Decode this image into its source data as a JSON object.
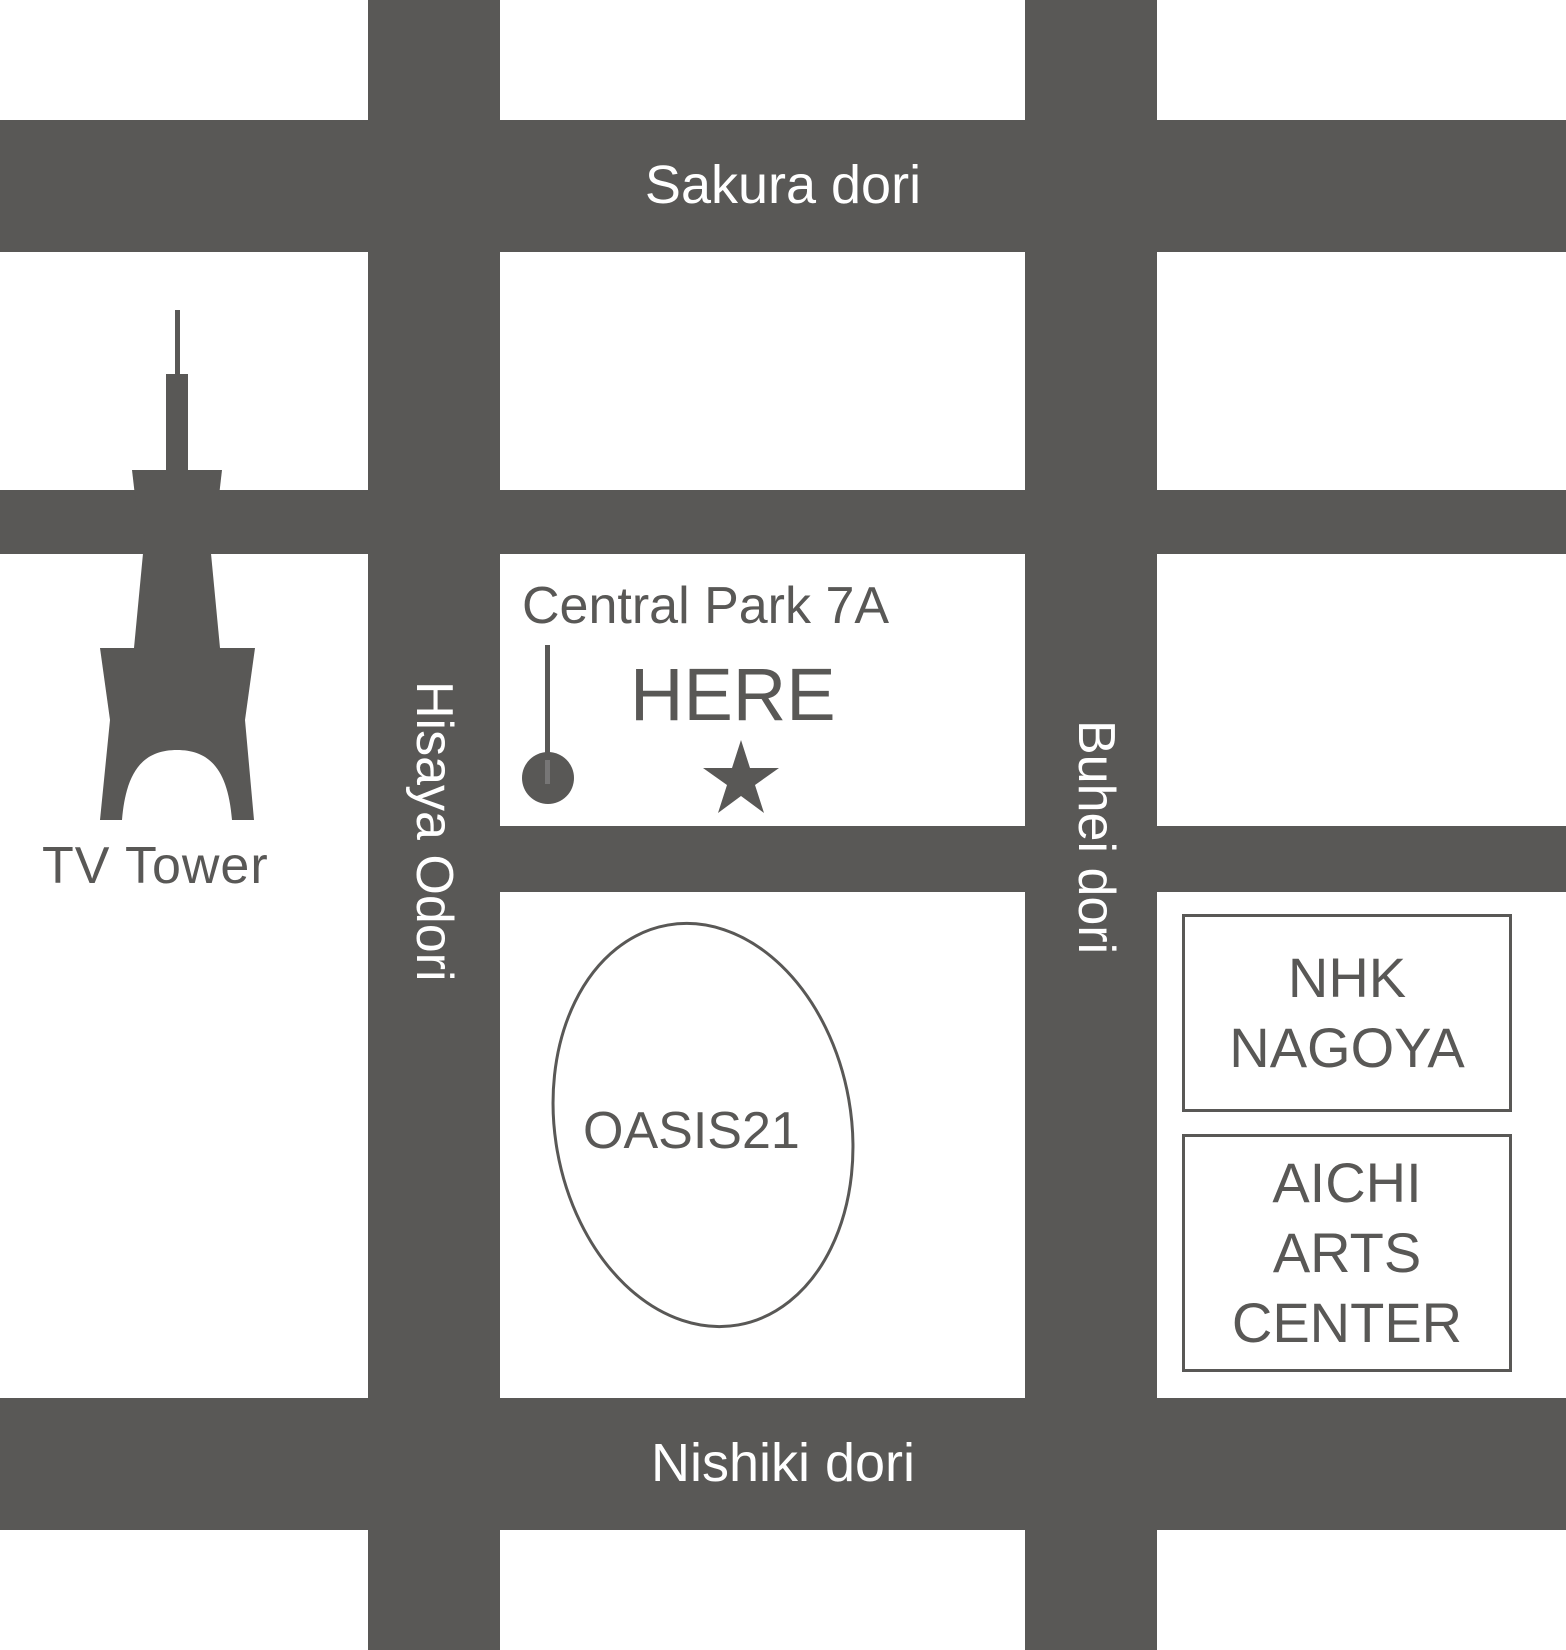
{
  "colors": {
    "road": "#595856",
    "background": "#ffffff",
    "label_on_road": "#ffffff",
    "label": "#595856"
  },
  "roads": {
    "sakura": {
      "label": "Sakura dori"
    },
    "nishiki": {
      "label": "Nishiki dori"
    },
    "hisaya": {
      "label": "Hisaya Odori"
    },
    "buhei": {
      "label": "Buhei dori"
    }
  },
  "landmarks": {
    "tv_tower": {
      "label": "TV Tower",
      "icon": "tower-icon"
    },
    "central_park": {
      "label": "Central Park 7A",
      "icon": "subway-marker-icon"
    },
    "here": {
      "label": "HERE",
      "icon": "star-icon"
    },
    "oasis": {
      "label": "OASIS21"
    },
    "nhk": {
      "lines": [
        "NHK",
        "NAGOYA"
      ]
    },
    "aichi": {
      "lines": [
        "AICHI",
        "ARTS",
        "CENTER"
      ]
    }
  }
}
